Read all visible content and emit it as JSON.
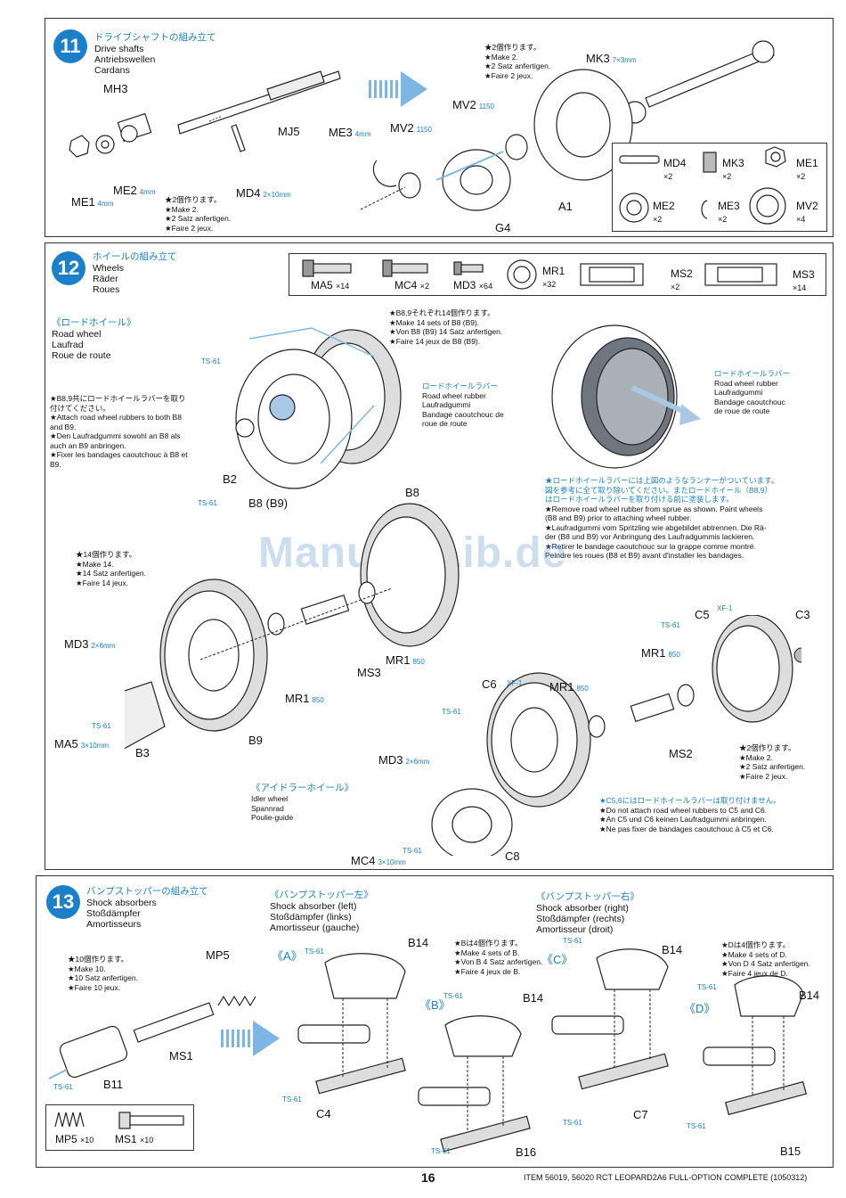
{
  "page": {
    "number": "16",
    "footer": "ITEM 56019, 56020  RCT LEOPARD2A6 FULL-OPTION COMPLETE (1050312)",
    "watermark": "ManualsLib.de"
  },
  "colors": {
    "accent": "#1a80c9",
    "border": "#333333"
  },
  "step11": {
    "num": "11",
    "title_jp": "ドライブシャフトの組み立て",
    "title_en": "Drive shafts",
    "title_de": "Antriebswellen",
    "title_fr": "Cardans",
    "labels": {
      "mh3": "MH3",
      "mj5": "MJ5",
      "me1": "ME1",
      "me1_size": "4mm",
      "me2": "ME2",
      "me2_size": "4mm",
      "md4": "MD4",
      "md4_size": "2×10mm",
      "me3": "ME3",
      "me3_size": "4mm",
      "mv2a": "MV2",
      "mv2a_size": "1150",
      "mv2b": "MV2",
      "mv2b_size": "1150",
      "mk3": "MK3",
      "mk3_size": "7×3mm",
      "g4": "G4",
      "a1": "A1"
    },
    "note_left": [
      "★2個作ります。",
      "★Make 2.",
      "★2 Satz anfertigen.",
      "★Faire 2 jeux."
    ],
    "note_right": [
      "★2個作ります。",
      "★Make 2.",
      "★2 Satz anfertigen.",
      "★Faire 2 jeux."
    ],
    "parts": [
      {
        "name": "MD4",
        "qty": "×2"
      },
      {
        "name": "MK3",
        "qty": "×2"
      },
      {
        "name": "ME1",
        "qty": "×2"
      },
      {
        "name": "ME2",
        "qty": "×2"
      },
      {
        "name": "ME3",
        "qty": "×2"
      },
      {
        "name": "MV2",
        "qty": "×4"
      }
    ]
  },
  "step12": {
    "num": "12",
    "title_jp": "ホイールの組み立て",
    "title_en": "Wheels",
    "title_de": "Räder",
    "title_fr": "Roues",
    "parts": [
      {
        "name": "MA5",
        "qty": "×14"
      },
      {
        "name": "MC4",
        "qty": "×2"
      },
      {
        "name": "MD3",
        "qty": "×64"
      },
      {
        "name": "MR1",
        "qty": "×32"
      },
      {
        "name": "MS2",
        "qty": "×2"
      },
      {
        "name": "MS3",
        "qty": "×14"
      }
    ],
    "road_wheel_jp": "《ロードホイール》",
    "road_wheel_en": "Road wheel",
    "road_wheel_de": "Laufrad",
    "road_wheel_fr": "Roue de route",
    "note_b89": [
      "★B8,9それぞれ14個作ります。",
      "★Make 14 sets of B8 (B9).",
      "★Von B8 (B9) 14 Satz anfertigen.",
      "★Faire 14 jeux de B8 (B9)."
    ],
    "note_attach": [
      "★B8,9共にロードホイールラバーを取り",
      "付けてください。",
      "★Attach road wheel rubbers to both B8",
      "and B9.",
      "★Den Laufradgummi sowohl an B8 als",
      "auch an B9 anbringen.",
      "★Fixer les bandages caoutchouc à B8 et",
      "B9."
    ],
    "rubber_mid": [
      "ロードホイールラバー",
      "Road wheel rubber",
      "Laufradgummi",
      "Bandage caoutchouc de",
      "roue de route"
    ],
    "rubber_right": [
      "ロードホイールラバー",
      "Road wheel rubber",
      "Laufradgummi",
      "Bandage caoutchouc",
      "de roue de route"
    ],
    "note_runner": [
      "★ロードホイールラバーには上図のようなランナーがついています。",
      "図を参考に全て取り除いてください。またロードホイール（B8,9）",
      "はロードホイールラバーを取り付ける前に塗装します。",
      "★Remove road wheel rubber from sprue as shown. Paint wheels",
      "(B8 and B9) prior to attaching wheel rubber.",
      "★Laufradgummi vom Spritzling wie abgebildet abtrennen. Die Rä-",
      "der (B8 und B9) vor Anbringung des Laufradgummis lackieren.",
      "★Retirer le bandage caoutchouc sur la grappe comme montré.",
      "Peindre les roues (B8 et B9) avant d'installer les bandages."
    ],
    "note_14": [
      "★14個作ります。",
      "★Make 14.",
      "★14 Satz anfertigen.",
      "★Faire 14 jeux."
    ],
    "note_2": [
      "★2個作ります。",
      "★Make 2.",
      "★2 Satz anfertigen.",
      "★Faire 2 jeux."
    ],
    "note_c56": [
      "★C5,6にはロードホイールラバーは取り付けません。",
      "★Do not attach road wheel rubbers to C5 and C6.",
      "★An C5 und C6 keinen Laufradgummi anbringen.",
      "★Ne pas fixer de bandages caoutchouc à C5 et C6."
    ],
    "idler_jp": "《アイドラーホイール》",
    "idler_en": "Idler wheel",
    "idler_de": "Spannrad",
    "idler_fr": "Poulie-guide",
    "labels": {
      "b2": "B2",
      "b8b9": "B8 (B9)",
      "b8": "B8",
      "b9": "B9",
      "b3": "B3",
      "md3": "MD3",
      "md3_size": "2×6mm",
      "md3b": "MD3",
      "md3b_size": "2×6mm",
      "ma5": "MA5",
      "ma5_size": "3×10mm",
      "mr1a": "MR1",
      "mr1a_size": "850",
      "mr1b": "MR1",
      "mr1b_size": "850",
      "mr1c": "MR1",
      "mr1c_size": "850",
      "mr1d": "MR1",
      "mr1d_size": "850",
      "ms3": "MS3",
      "ms2": "MS2",
      "c5": "C5",
      "c3": "C3",
      "c6": "C6",
      "c8": "C8",
      "mc4": "MC4",
      "mc4_size": "3×10mm",
      "ts61": "TS-61",
      "xf1": "XF-1"
    }
  },
  "step13": {
    "num": "13",
    "title_jp": "バンプストッパーの組み立て",
    "title_en": "Shock absorbers",
    "title_de": "Stoßdämpfer",
    "title_fr": "Amortisseurs",
    "left_jp": "《バンプストッパー左》",
    "left_en": "Shock absorber (left)",
    "left_de": "Stoßdämpfer (links)",
    "left_fr": "Amortisseur (gauche)",
    "right_jp": "《バンプストッパー右》",
    "right_en": "Shock absorber (right)",
    "right_de": "Stoßdämpfer (rechts)",
    "right_fr": "Amortisseur (droit)",
    "note_10": [
      "★10個作ります。",
      "★Make 10.",
      "★10 Satz anfertigen.",
      "★Faire 10 jeux."
    ],
    "note_b": [
      "★Bは4個作ります。",
      "★Make 4 sets of B.",
      "★Von B 4 Satz anfertigen.",
      "★Faire 4 jeux de B."
    ],
    "note_d": [
      "★Dは4個作ります。",
      "★Make 4 sets of D.",
      "★Von D 4 Satz anfertigen.",
      "★Faire 4 jeux de D."
    ],
    "labels": {
      "mp5": "MP5",
      "ms1": "MS1",
      "b11": "B11",
      "b14a": "B14",
      "b14b": "B14",
      "b14c": "B14",
      "b14d": "B14",
      "c4": "C4",
      "c7": "C7",
      "b16": "B16",
      "b15": "B15",
      "a": "《A》",
      "b": "《B》",
      "c": "《C》",
      "d": "《D》",
      "ts61": "TS-61"
    },
    "parts": [
      {
        "name": "MP5",
        "qty": "×10"
      },
      {
        "name": "MS1",
        "qty": "×10"
      }
    ]
  }
}
